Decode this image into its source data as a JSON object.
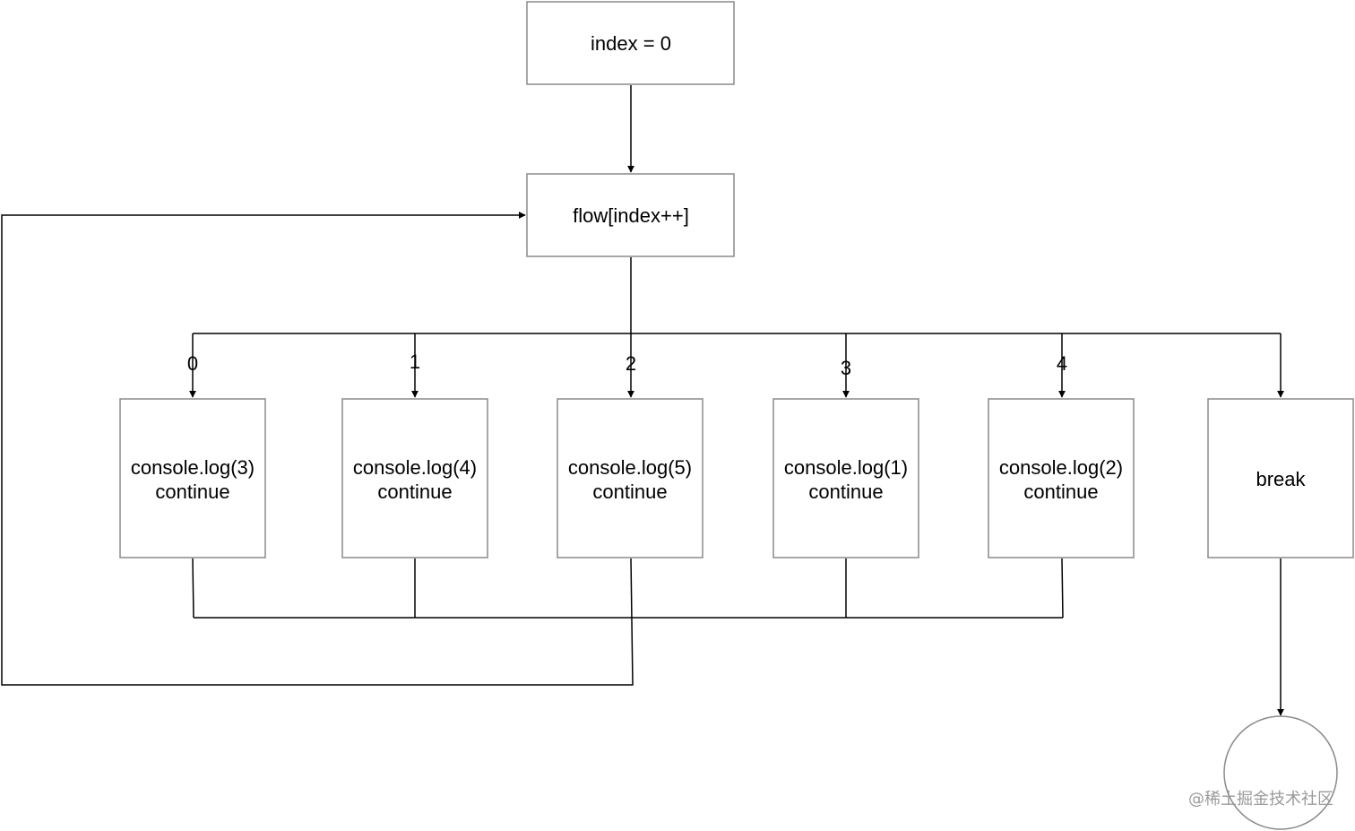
{
  "nodes": {
    "init": "index = 0",
    "dispatch": "flow[index++]",
    "case0": {
      "line1": "console.log(3)",
      "line2": "continue"
    },
    "case1": {
      "line1": "console.log(4)",
      "line2": "continue"
    },
    "case2": {
      "line1": "console.log(5)",
      "line2": "continue"
    },
    "case3": {
      "line1": "console.log(1)",
      "line2": "continue"
    },
    "case4": {
      "line1": "console.log(2)",
      "line2": "continue"
    },
    "default": "break"
  },
  "edge_labels": [
    "0",
    "1",
    "2",
    "3",
    "4"
  ],
  "watermark": "@稀土掘金技术社区"
}
